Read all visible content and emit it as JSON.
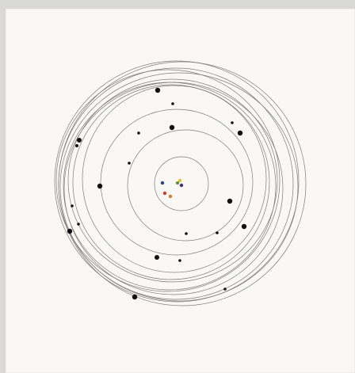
{
  "artwork": {
    "background_color": "#f9f8f5",
    "border_color": "#d9dad6",
    "line_color": "#7d7d7d",
    "planet_color": "#111111",
    "core_dots": [
      {
        "name": "core-dot-blue",
        "color": "#2a3f8a"
      },
      {
        "name": "core-dot-yellow",
        "color": "#e6c21f"
      },
      {
        "name": "core-dot-green",
        "color": "#4f8f3a"
      },
      {
        "name": "core-dot-purple",
        "color": "#4a2c7a"
      },
      {
        "name": "core-dot-red",
        "color": "#d43a28"
      },
      {
        "name": "core-dot-orange",
        "color": "#e2762a"
      }
    ]
  }
}
